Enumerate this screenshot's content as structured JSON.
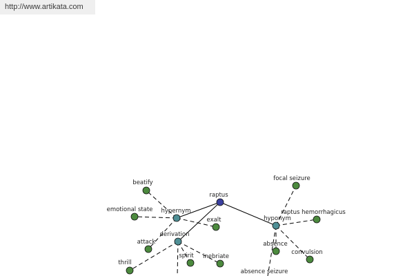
{
  "url": "http://www.artikata.com",
  "colors": {
    "root": "#3a3f9e",
    "relation": "#4f8f95",
    "leaf": "#4c8a3e"
  },
  "graph": {
    "root": "raptus",
    "relations": [
      "hypernym",
      "derivation",
      "hyponym"
    ],
    "hypernym_terms": [
      "beatify",
      "emotional state",
      "exalt",
      "attack"
    ],
    "derivation_terms": [
      "thrill",
      "spirit",
      "inebriate"
    ],
    "hyponym_terms": [
      "focal seizure",
      "raptus hemorrhagicus",
      "absence",
      "convulsion",
      "absence seizure"
    ]
  }
}
